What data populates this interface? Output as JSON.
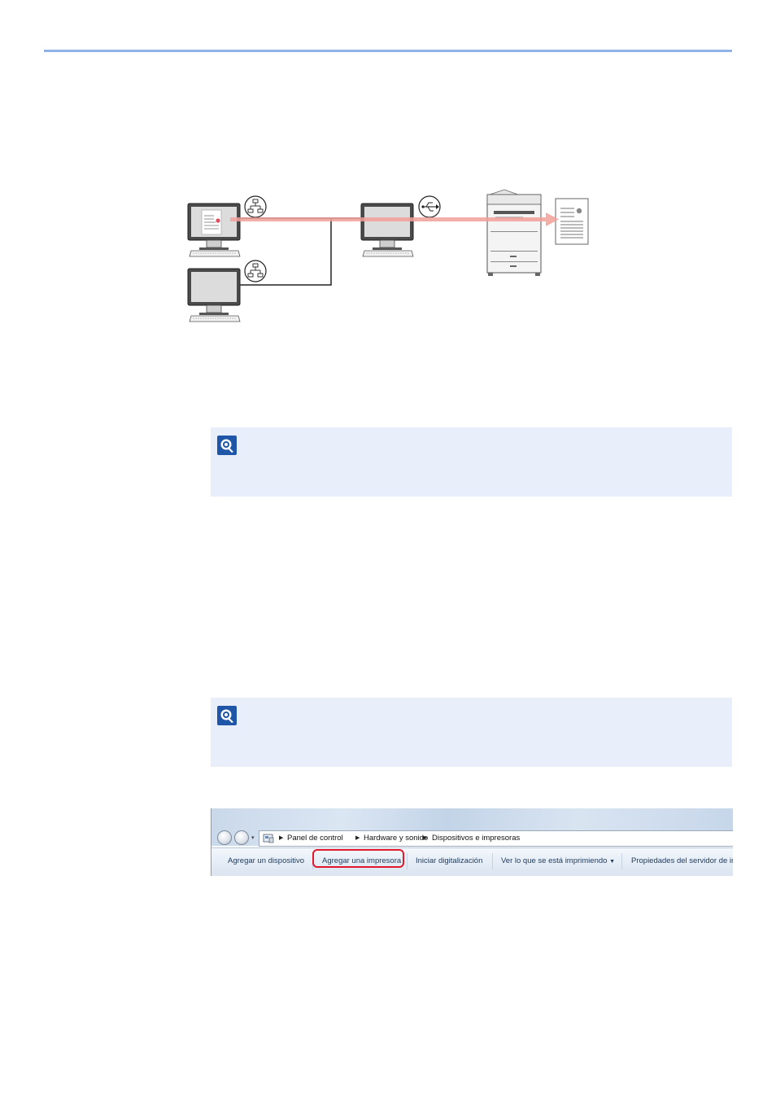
{
  "window": {
    "breadcrumb": [
      "Panel de control",
      "Hardware y sonido",
      "Dispositivos e impresoras"
    ],
    "toolbar": {
      "add_device": "Agregar un dispositivo",
      "add_printer": "Agregar una impresora",
      "start_scan": "Iniciar digitalización",
      "see_printing": "Ver lo que se está imprimiendo",
      "server_props": "Propiedades del servidor de im"
    }
  },
  "icons": {
    "network": "network-icon",
    "usb": "usb-icon",
    "note": "note-icon"
  },
  "colors": {
    "top_rule": "#8fb2e8",
    "note_background": "#e8eefa",
    "print_path": "#f2a09a",
    "highlight": "#e0192c"
  }
}
